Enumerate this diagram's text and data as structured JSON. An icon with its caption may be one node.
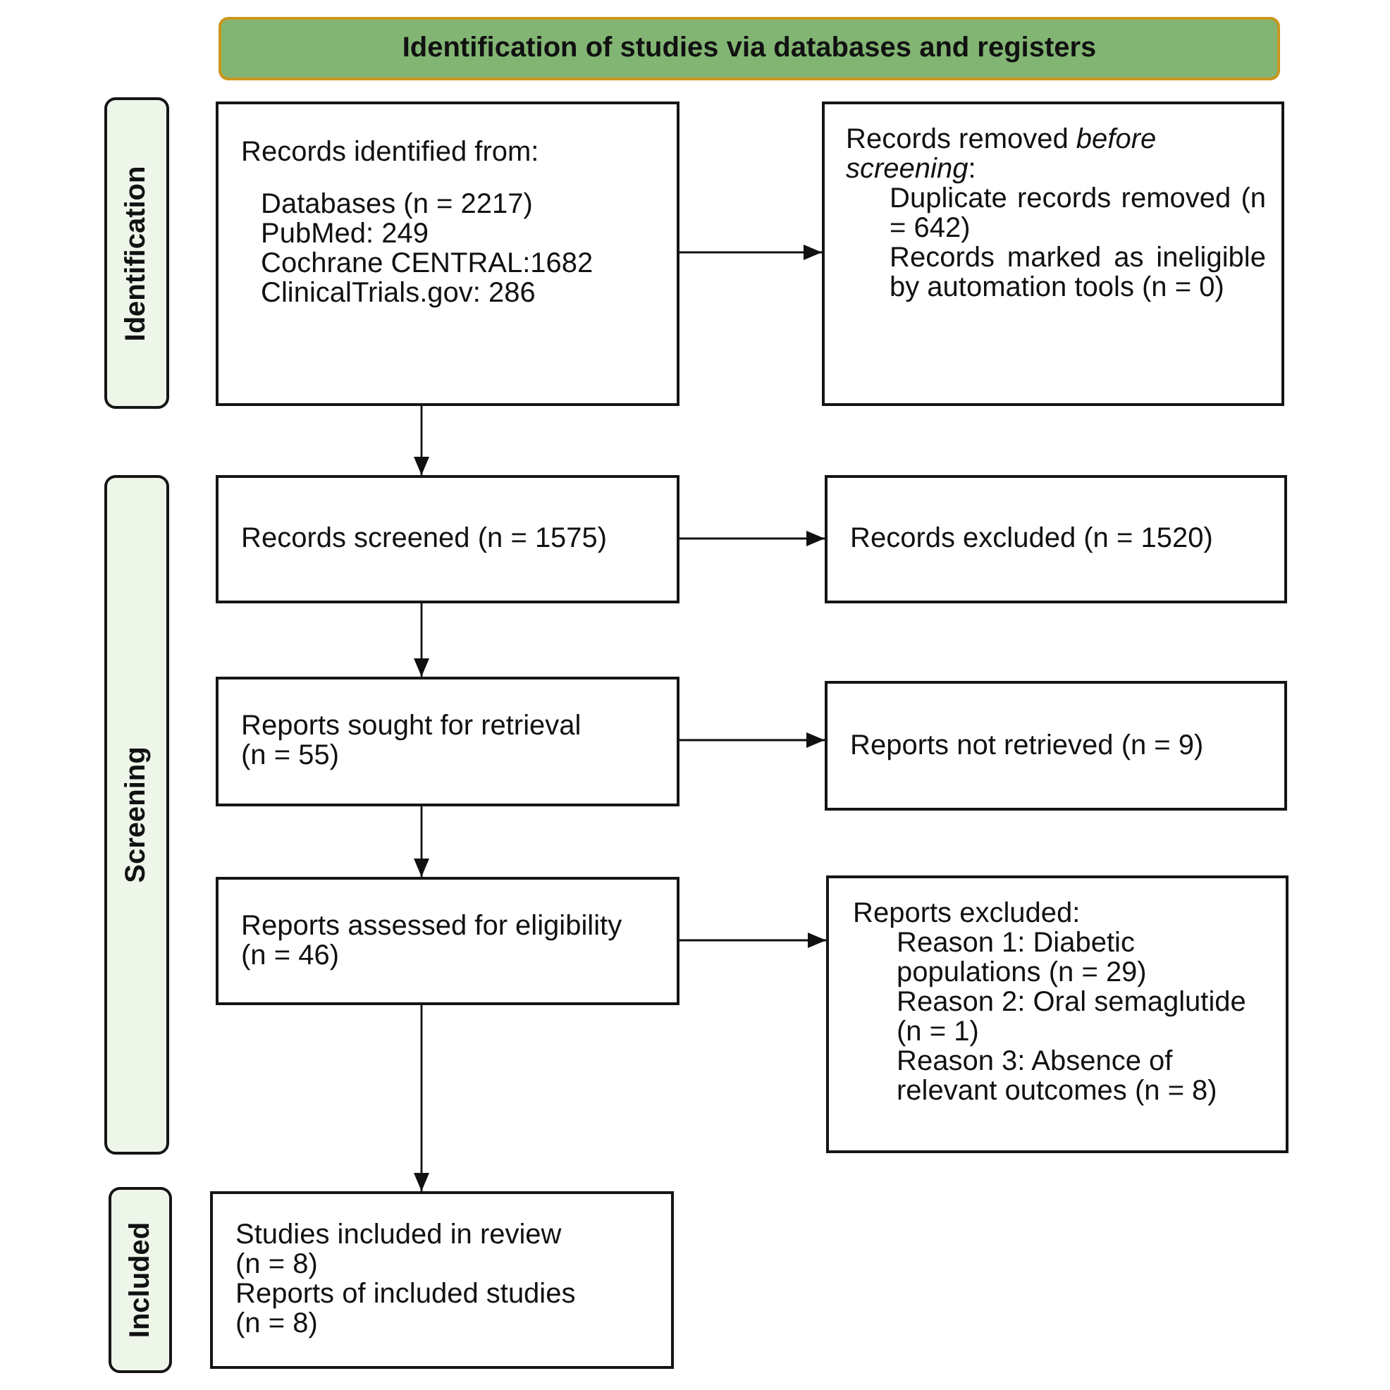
{
  "diagram": {
    "nodes": [
      {
        "text": [
          "Identification of studies via databases and registers"
        ]
      },
      {
        "text": [
          "Identification"
        ]
      },
      {
        "text": [
          "Records identified from:",
          "Databases (n = 2217)",
          "PubMed: 249",
          "Cochrane CENTRAL:1682",
          "ClinicalTrials.gov: 286"
        ]
      },
      {
        "text": [
          "Records removed *before screening*:",
          "Duplicate records removed (n = 642)",
          "Records marked as ineligible by automation tools (n = 0)"
        ]
      },
      {
        "text": [
          "Screening"
        ]
      },
      {
        "text": [
          "Records screened (n = 1575)"
        ]
      },
      {
        "text": [
          "Records excluded (n = 1520)"
        ]
      },
      {
        "text": [
          "Reports sought for retrieval (n = 55)"
        ]
      },
      {
        "text": [
          "Reports not retrieved (n = 9)"
        ]
      },
      {
        "text": [
          "Reports assessed for eligibility (n = 46)"
        ]
      },
      {
        "text": [
          "Reports excluded:",
          "Reason 1: Diabetic populations (n = 29)",
          "Reason 2: Oral semaglutide (n = 1)",
          "Reason 3: Absence of relevant outcomes (n = 8)"
        ]
      },
      {
        "text": [
          "Included"
        ]
      },
      {
        "text": [
          "Studies included in review (n = 8)",
          "Reports of included studies (n = 8)"
        ]
      }
    ],
    "edges": [
      {
        "from": 2,
        "to": 3,
        "arrow": "to"
      },
      {
        "from": 2,
        "to": 5,
        "arrow": "to"
      },
      {
        "from": 5,
        "to": 6,
        "arrow": "to"
      },
      {
        "from": 5,
        "to": 7,
        "arrow": "to"
      },
      {
        "from": 7,
        "to": 8,
        "arrow": "to"
      },
      {
        "from": 7,
        "to": 9,
        "arrow": "to"
      },
      {
        "from": 9,
        "to": 10,
        "arrow": "to"
      },
      {
        "from": 9,
        "to": 12,
        "arrow": "to"
      }
    ]
  }
}
